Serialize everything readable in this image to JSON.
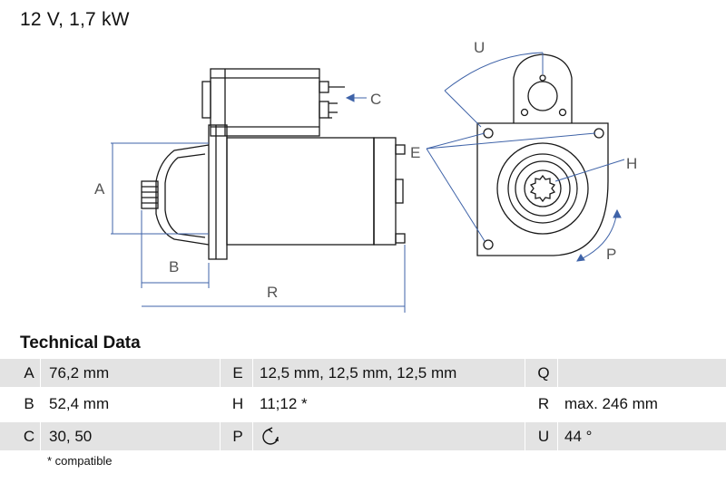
{
  "header": {
    "title": "12 V, 1,7 kW"
  },
  "diagram": {
    "labels": {
      "a": "A",
      "b": "B",
      "c": "C",
      "e": "E",
      "h": "H",
      "p": "P",
      "r": "R",
      "u": "U"
    },
    "line_color": "#1a1a1a",
    "dimension_color": "#3f63a8"
  },
  "technical_data": {
    "title": "Technical Data",
    "rows": [
      {
        "shaded": true,
        "c1": {
          "code": "A",
          "value": "76,2 mm"
        },
        "c2": {
          "code": "E",
          "value": "12,5 mm, 12,5 mm, 12,5 mm"
        },
        "c3": {
          "code": "Q",
          "value": ""
        }
      },
      {
        "shaded": false,
        "c1": {
          "code": "B",
          "value": "52,4 mm"
        },
        "c2": {
          "code": "H",
          "value": "11;12 *"
        },
        "c3": {
          "code": "R",
          "value": "max. 246 mm"
        }
      },
      {
        "shaded": true,
        "c1": {
          "code": "C",
          "value": "30, 50"
        },
        "c2": {
          "code": "P",
          "value": "",
          "icon": "clockwise-rotation-icon"
        },
        "c3": {
          "code": "U",
          "value": "44 °"
        }
      }
    ],
    "footnote": "* compatible"
  }
}
